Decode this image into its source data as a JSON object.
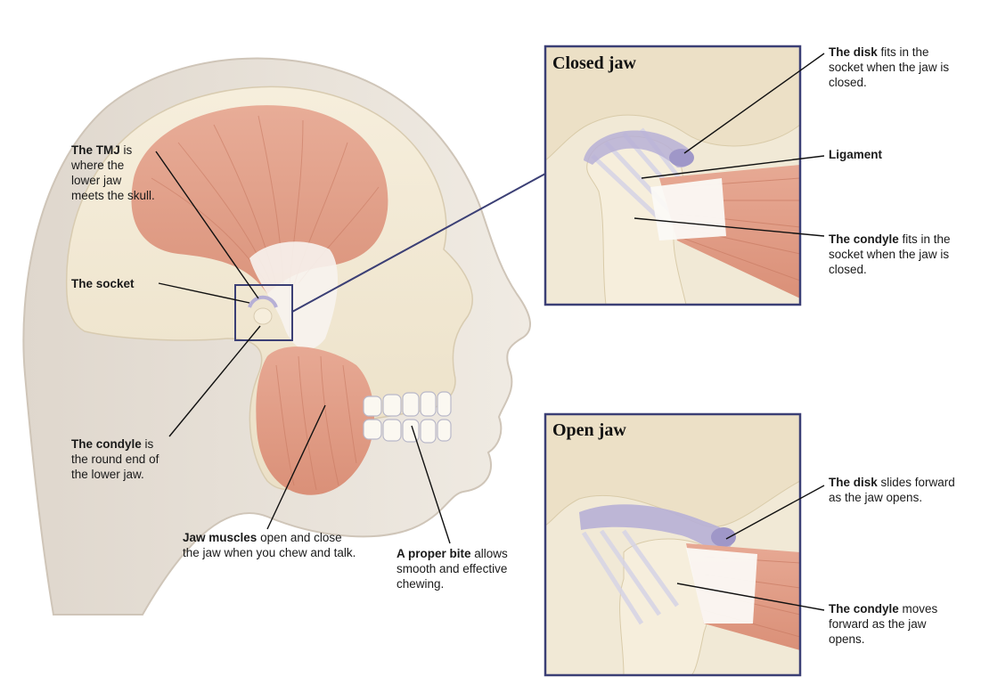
{
  "head_labels": {
    "tmj": {
      "bold": "The TMJ",
      "rest": " is where the lower jaw meets the skull."
    },
    "socket": {
      "bold": "The socket",
      "rest": ""
    },
    "condyle": {
      "bold": "The condyle",
      "rest": " is the round end of the lower jaw."
    },
    "muscles": {
      "bold": "Jaw muscles",
      "rest": " open and close the jaw when you chew and talk."
    },
    "bite": {
      "bold": "A proper bite",
      "rest": " allows smooth and effective chewing."
    }
  },
  "closed_jaw": {
    "title": "Closed jaw",
    "disk": {
      "bold": "The disk",
      "rest": " fits in the socket when the jaw is closed."
    },
    "ligament": {
      "bold": "Ligament",
      "rest": ""
    },
    "condyle": {
      "bold": "The condyle",
      "rest": " fits in the socket when the jaw is closed."
    }
  },
  "open_jaw": {
    "title": "Open jaw",
    "disk": {
      "bold": "The disk",
      "rest": " slides forward as the jaw opens."
    },
    "condyle": {
      "bold": "The condyle",
      "rest": " moves forward as the jaw opens."
    }
  },
  "colors": {
    "muscle": "#e3a08a",
    "skin": "#ece6dc",
    "bone": "#f3ead6",
    "frame": "#3b3f75",
    "disk": "#b7b0d6"
  }
}
